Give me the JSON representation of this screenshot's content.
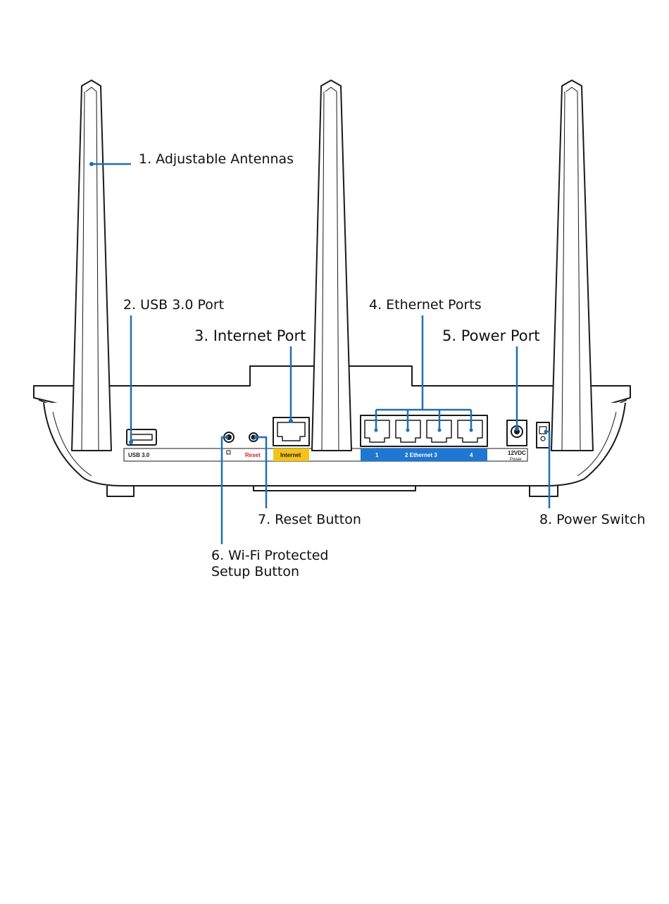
{
  "callouts": {
    "antennas": "1. Adjustable Antennas",
    "usb": "2. USB 3.0 Port",
    "internet": "3. Internet Port",
    "ethernet": "4. Ethernet Ports",
    "power_port": "5. Power Port",
    "wps_line1": "6. Wi-Fi Protected",
    "wps_line2": "Setup Button",
    "reset": "7. Reset Button",
    "power_switch": "8. Power Switch"
  },
  "panel_labels": {
    "usb": "USB 3.0",
    "reset": "Reset",
    "internet": "Internet",
    "eth_1": "1",
    "eth_middle": "2  Ethernet  3",
    "eth_4": "4",
    "power_line1": "12VDC",
    "power_line2": "Power"
  },
  "colors": {
    "leader": "#1f6fb5",
    "internet_strip": "#f2c318",
    "ethernet_strip": "#1f77d4",
    "reset_text": "#d62020",
    "outline": "#1a1a1a"
  }
}
